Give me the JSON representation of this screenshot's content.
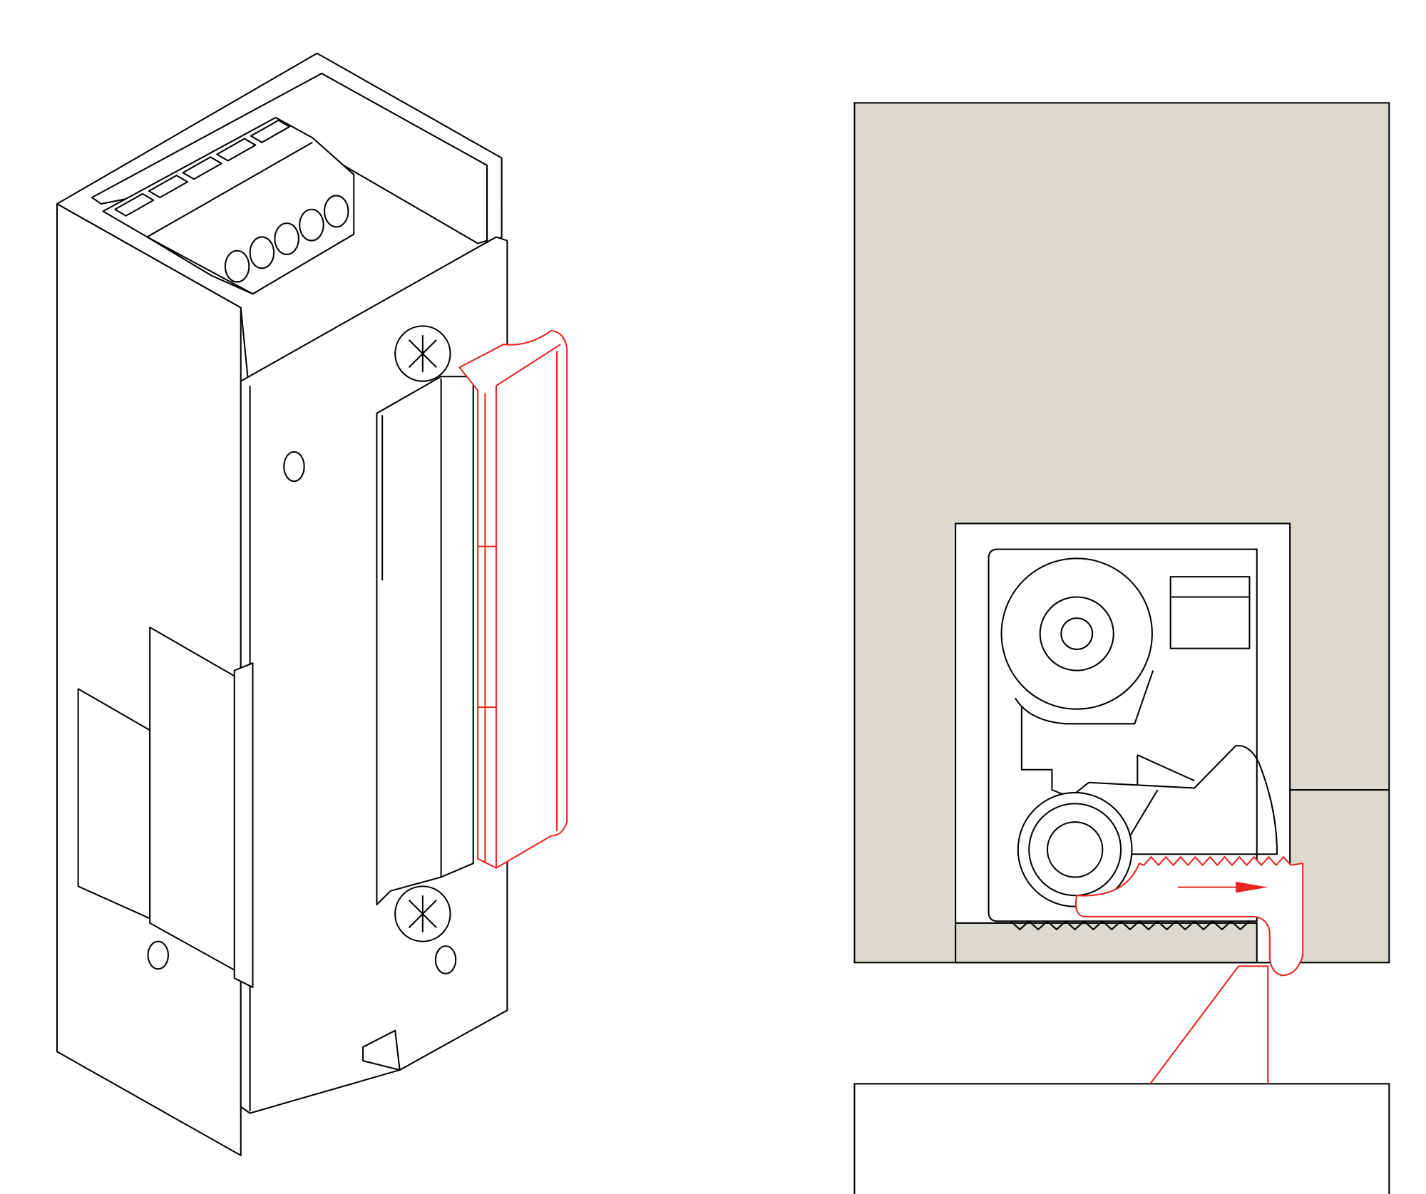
{
  "colors": {
    "line": "#000000",
    "highlight": "#e8231f",
    "wall_fill": "#dcd9ce",
    "background": "#ffffff"
  },
  "views": [
    {
      "id": "isometric-strike",
      "icon": "electric-strike-isometric"
    },
    {
      "id": "section-view",
      "icon": "strike-mechanism-section",
      "arrow_direction": "right"
    }
  ]
}
